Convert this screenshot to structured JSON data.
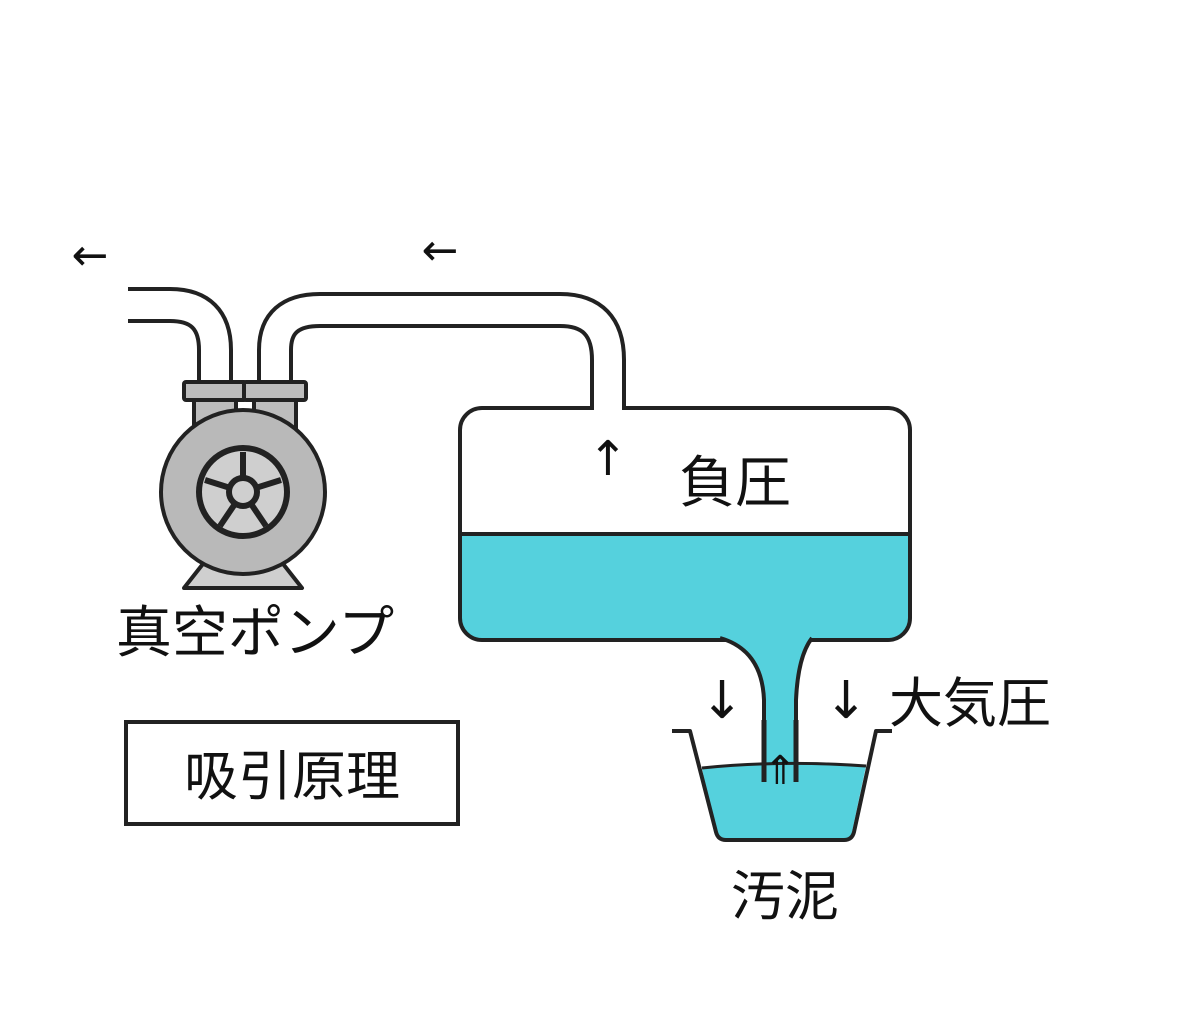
{
  "labels": {
    "pump": "真空ポンプ",
    "title": "吸引原理",
    "negative_pressure": "負圧",
    "atmospheric_pressure": "大気圧",
    "sludge": "汚泥"
  },
  "arrows": {
    "exhaust_left": "←",
    "exhaust_right": "←",
    "tank_up": "↑",
    "atm_left": "↓",
    "atm_right": "↓",
    "suction_up": "⇑"
  },
  "colors": {
    "liquid": "#55d1dd",
    "pump_body": "#b9b9b9",
    "pump_inner": "#cfcfcf",
    "outline": "#222222",
    "background": "#ffffff"
  },
  "icons": {
    "pump": "vacuum-pump-icon",
    "impeller": "impeller-icon"
  }
}
